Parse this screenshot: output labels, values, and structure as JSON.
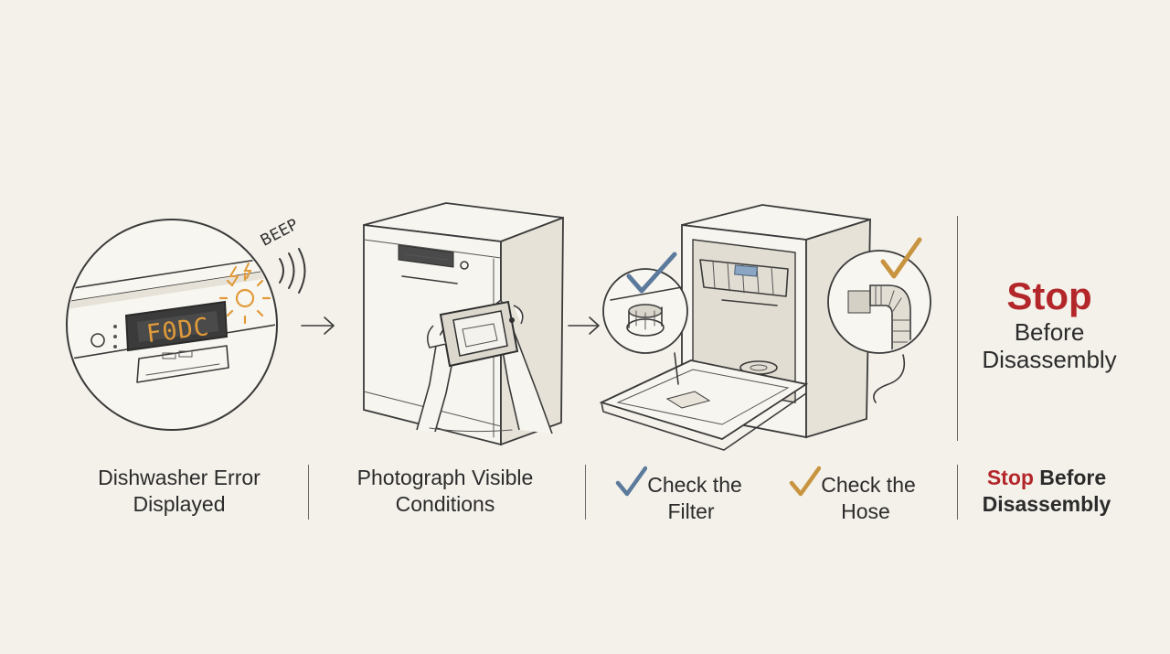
{
  "display": {
    "error_code": "F0DC",
    "sound_label": "BEEP"
  },
  "steps": [
    {
      "line1": "Dishwasher Error",
      "line2": "Displayed"
    },
    {
      "line1": "Photograph Visible",
      "line2": "Conditions"
    },
    {
      "line1": "Check the",
      "line2": "Filter"
    },
    {
      "line1": "Check the",
      "line2": "Hose"
    },
    {
      "stop_word": "Stop",
      "line1_rest": " Before",
      "line2": "Disassembly"
    }
  ],
  "side_note": {
    "stop": "Stop",
    "line1": "Before",
    "line2": "Disassembly"
  },
  "colors": {
    "background": "#f4f1ea",
    "stop_red": "#b3262a",
    "check_blue": "#5c7a9c",
    "check_gold": "#c89440",
    "lcd_orange": "#e09a3a"
  }
}
